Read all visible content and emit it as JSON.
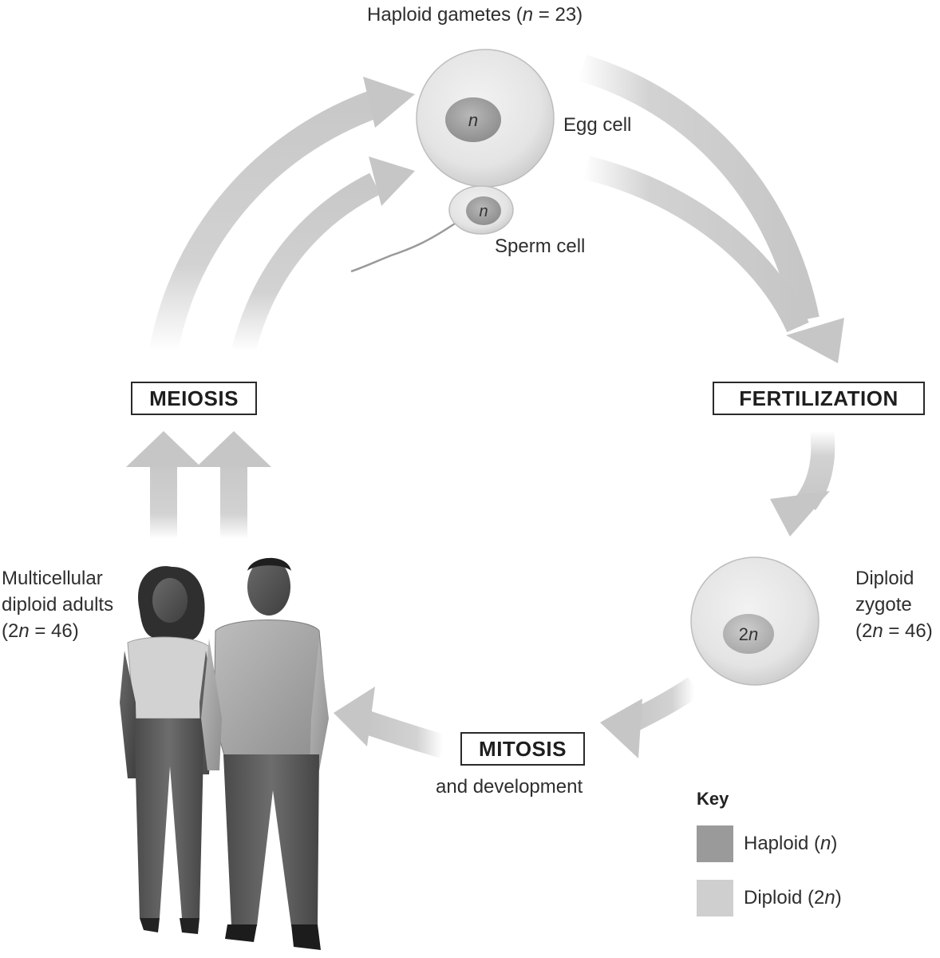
{
  "title": {
    "pre": "Haploid gametes (",
    "var": "n",
    "post": " = 23)"
  },
  "egg_label": "Egg cell",
  "sperm_label": "Sperm cell",
  "egg_nucleus": "n",
  "sperm_nucleus": "n",
  "zygote_nucleus": {
    "num": "2",
    "var": "n"
  },
  "meiosis": "MEIOSIS",
  "fertilization": "FERTILIZATION",
  "mitosis": "MITOSIS",
  "mitosis_sub": "and development",
  "zygote_label": {
    "line1": "Diploid",
    "line2": "zygote",
    "line3_pre": "(2",
    "line3_var": "n",
    "line3_post": " = 46)"
  },
  "adults_label": {
    "line1": "Multicellular",
    "line2": "diploid adults",
    "line3_pre": "(2",
    "line3_var": "n",
    "line3_post": " = 46)"
  },
  "key": {
    "title": "Key",
    "haploid": {
      "pre": "Haploid (",
      "var": "n",
      "post": ")",
      "color": "#9a9a9a"
    },
    "diploid": {
      "pre": "Diploid (2",
      "var": "n",
      "post": ")",
      "color": "#cfcfcf"
    }
  }
}
